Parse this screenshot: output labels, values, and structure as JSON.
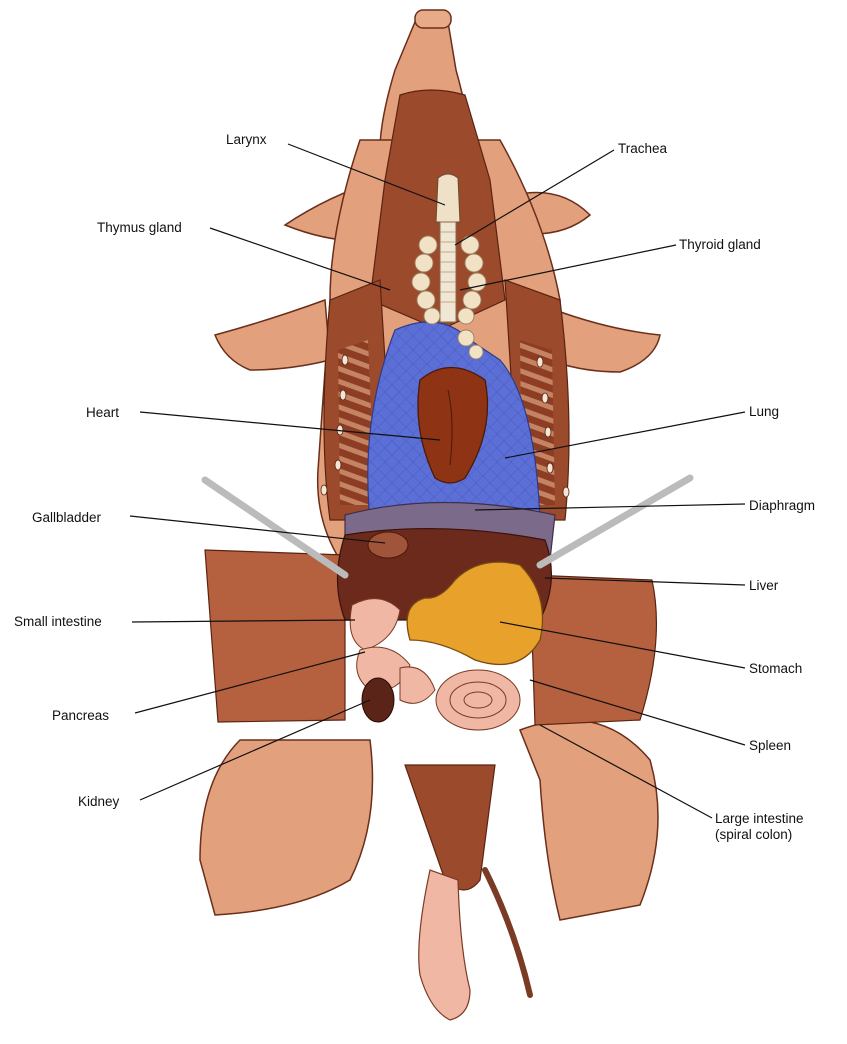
{
  "labels": {
    "larynx": "Larynx",
    "trachea": "Trachea",
    "thymus_gland": "Thymus gland",
    "thyroid_gland": "Thyroid gland",
    "heart": "Heart",
    "lung": "Lung",
    "gallbladder": "Gallbladder",
    "diaphragm": "Diaphragm",
    "liver": "Liver",
    "small_intestine": "Small intestine",
    "stomach": "Stomach",
    "pancreas": "Pancreas",
    "spleen": "Spleen",
    "kidney": "Kidney",
    "large_intestine_line1": "Large intestine",
    "large_intestine_line2": "(spiral colon)"
  },
  "colors": {
    "skin": "#e2a07c",
    "muscle": "#9b4a2c",
    "muscle_dark": "#6e3019",
    "lung": "#5b6fd6",
    "heart": "#8e3414",
    "thymus": "#f1e2c6",
    "stomach": "#e8a22c",
    "intestine": "#f0b8a4",
    "flap": "#b5603e",
    "liver": "#6b2a1c",
    "diaphragm": "#7c6a8a"
  }
}
